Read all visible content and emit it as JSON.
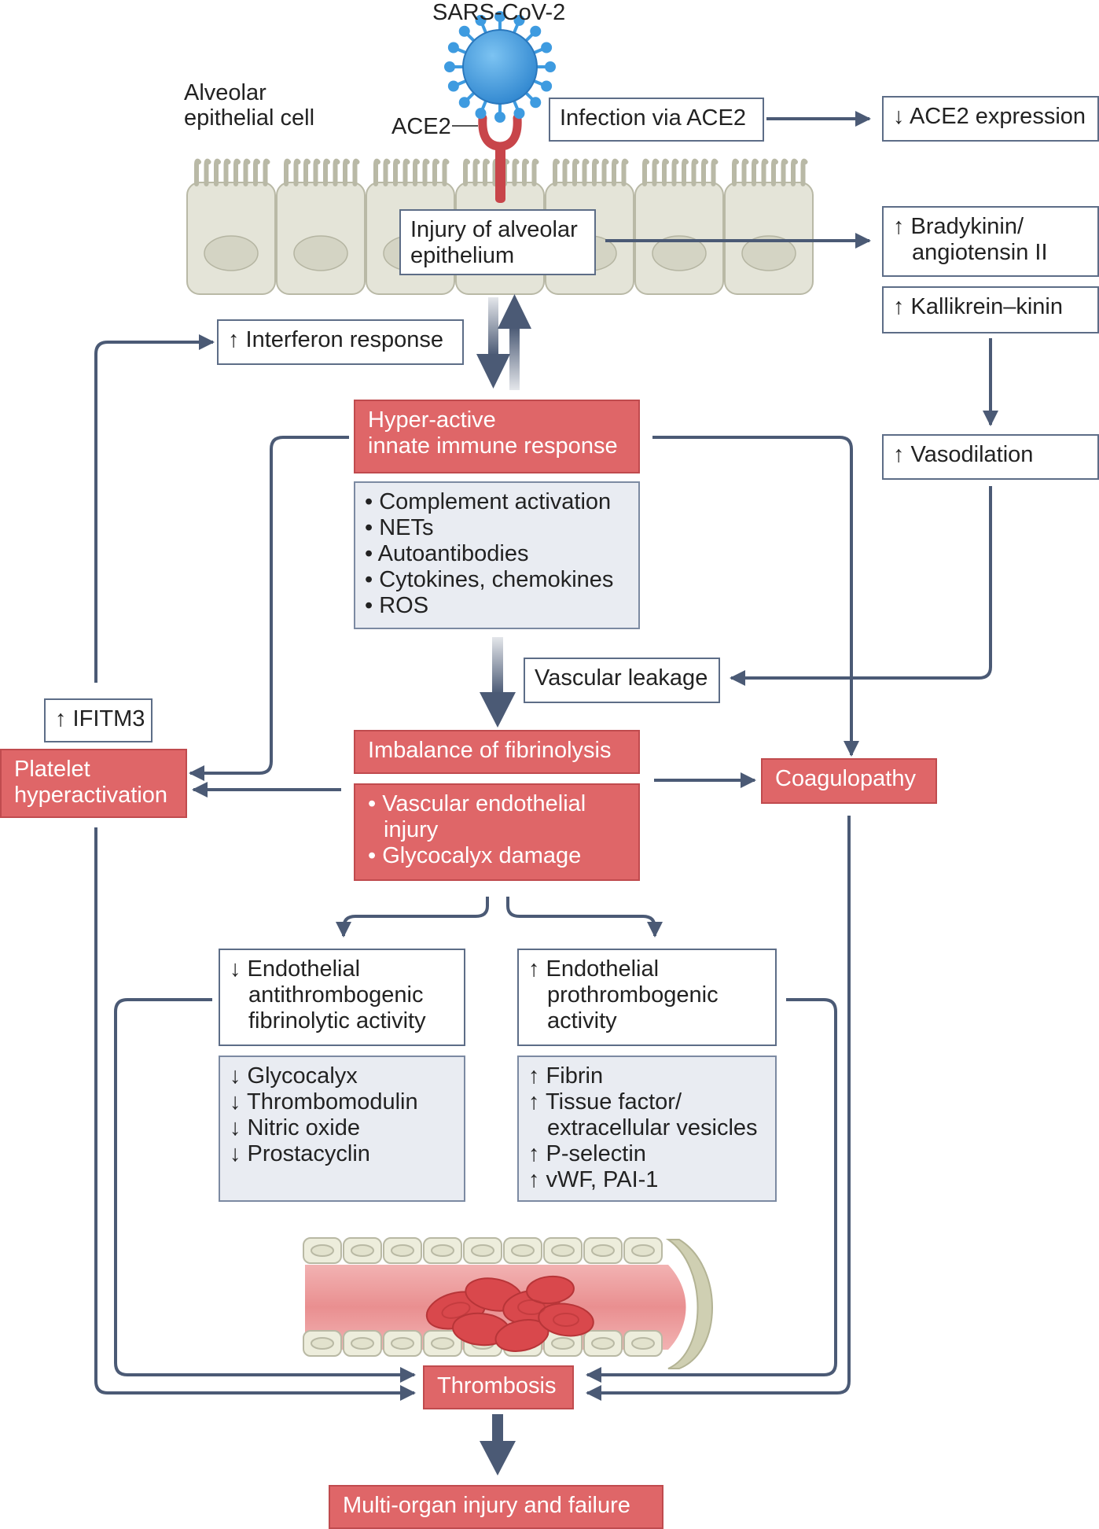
{
  "labels": {
    "virus": "SARS-CoV-2",
    "cell_line1": "Alveolar",
    "cell_line2": "epithelial cell",
    "receptor": "ACE2"
  },
  "boxes": {
    "infection": "Infection via ACE2",
    "ace2_expression": "↓ ACE2 expression",
    "injury": [
      "Injury of alveolar",
      "epithelium"
    ],
    "bradykinin": [
      "↑ Bradykinin/",
      "angiotensin II"
    ],
    "kallikrein": "↑ Kallikrein–kinin",
    "interferon": "↑ Interferon response",
    "hyperactive": [
      "Hyper-active",
      "innate immune response"
    ],
    "immune_items": [
      "• Complement activation",
      "• NETs",
      "• Autoantibodies",
      "• Cytokines, chemokines",
      "• ROS"
    ],
    "vasodilation": "↑ Vasodilation",
    "vascular_leakage": "Vascular leakage",
    "ifitm3": "↑ IFITM3",
    "platelet": [
      "Platelet",
      "hyperactivation"
    ],
    "fibrinolysis": "Imbalance of fibrinolysis",
    "endothelial_items": [
      "• Vascular endothelial",
      "injury",
      "• Glycocalyx damage"
    ],
    "coagulopathy": "Coagulopathy",
    "endo_down": [
      "↓ Endothelial",
      "antithrombogenic",
      "fibrinolytic activity"
    ],
    "endo_up": [
      "↑ Endothelial",
      "prothrombogenic",
      "activity"
    ],
    "down_items": [
      "↓ Glycocalyx",
      "↓ Thrombomodulin",
      "↓ Nitric oxide",
      "↓ Prostacyclin"
    ],
    "up_items": [
      "↑ Fibrin",
      "↑ Tissue factor/",
      "extracellular vesicles",
      "↑ P-selectin",
      "↑ vWF, PAI-1"
    ],
    "thrombosis": "Thrombosis",
    "multi_organ": "Multi-organ injury and failure"
  },
  "colors": {
    "arrow": "#4b5a75",
    "red_box": "#df6668",
    "grey_box": "#e9ecf2",
    "cell": "#e4e4d8",
    "virus": "#3e9be0",
    "receptor": "#c8454a"
  }
}
